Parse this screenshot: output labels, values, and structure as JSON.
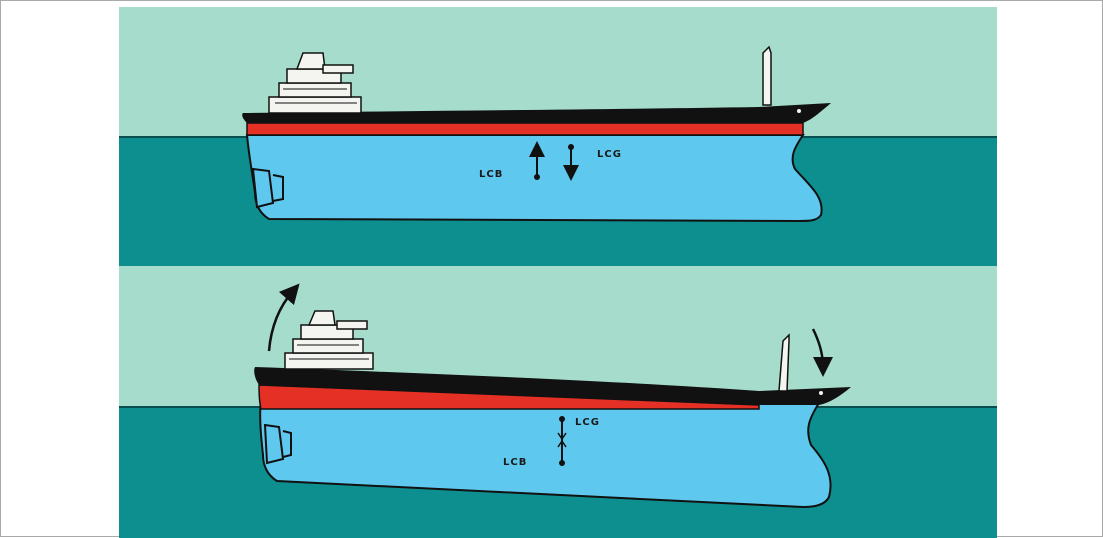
{
  "diagram": {
    "top_panel": {
      "lcb_label": "LCB",
      "lcg_label": "LCG"
    },
    "bottom_panel": {
      "lcg_label": "LCG",
      "lcb_label": "LCB"
    }
  },
  "colors": {
    "sky": "#a5dccb",
    "sea": "#0e8f8f",
    "hull": "#5ec8ee",
    "boot_top": "#e53025",
    "deck_stripe": "#111111",
    "superstructure": "#f4f4f0"
  }
}
